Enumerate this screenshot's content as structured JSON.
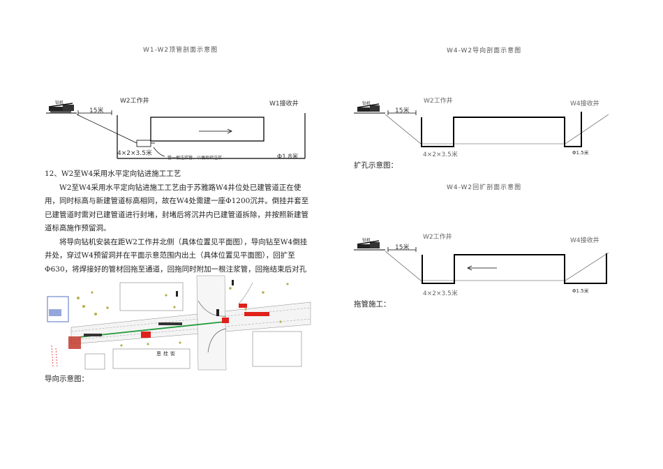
{
  "diagram1": {
    "title": "W1-W2顶管剖面示意图",
    "work_well": "W2工作井",
    "receive_well": "W1接收井",
    "distance": "15米",
    "well_size": "4×2×3.5米",
    "diameter": "Φ1.8米",
    "note": "管一根注浆管，以便后续注浆",
    "rig_label": "钻机"
  },
  "diagram2": {
    "title": "W4-W2导向剖面示意图",
    "work_well": "W2工作井",
    "receive_well": "W4接收井",
    "distance": "15米",
    "well_size": "4×2×3.5米",
    "diameter": "Φ1.5米",
    "caption": "扩孔示意图：",
    "rig_label": "钻机"
  },
  "diagram3": {
    "title": "W4-W2回扩剖面示意图",
    "work_well": "W2工作井",
    "receive_well": "W4接收井",
    "distance": "15米",
    "well_size": "4×2×3.5米",
    "diameter": "Φ1.5米",
    "caption": "拖管施工：",
    "rig_label": "钻机"
  },
  "text": {
    "heading": "12、W2至W4采用水平定向钻进施工工艺",
    "para1": "W2至W4采用水平定向钻进施工工艺由于苏雅路W4井位处已建管道正在使用，同时标高与新建管道标高相同，故在W4处需建一座Φ1200沉井。倒挂井套至已建管道时需对已建管道进行封堵，封堵后将沉井内已建管道拆除，并按照新建管道标高施作预留洞。",
    "para2": "将导向钻机安装在距W2工作井北侧（具体位置见平面图），导向钻至W4倒挂井处，穿过W4预留洞并在平面示意范围内出土（具体位置见平面图），回扩至Φ630，将焊接好的管材回拖至通道，回拖同时附加一根注浆管，回拖结束后对孔道进行注浆加固处理（见示意图）平面图：",
    "map_caption": "导向示意图：",
    "map_label": "恩桂街"
  },
  "colors": {
    "line": "#000000",
    "red": "#e0201a",
    "green": "#1f9a3a",
    "blue": "#2b4fb5",
    "yellow": "#d8c23a"
  }
}
